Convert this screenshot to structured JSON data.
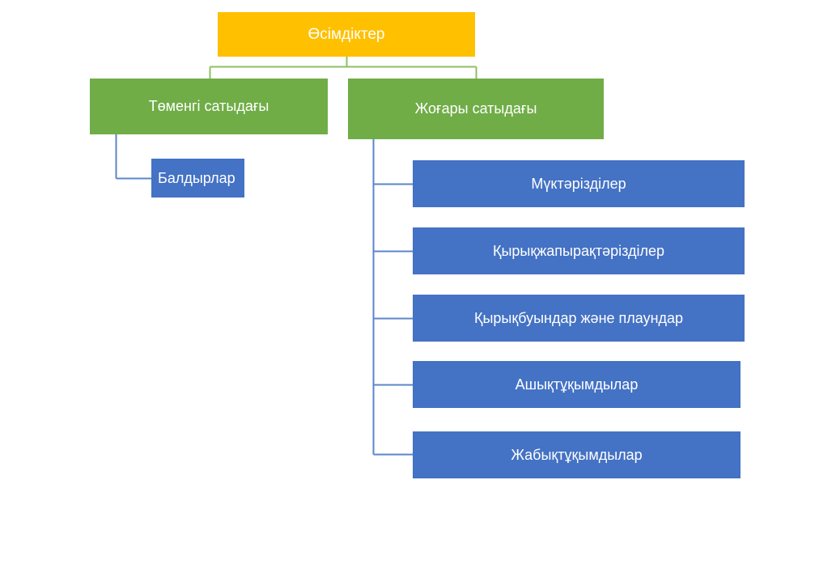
{
  "diagram": {
    "type": "hierarchy-tree",
    "title": "Өсімдіктер",
    "colors": {
      "root": "#FFC000",
      "branch": "#70AD47",
      "leaf": "#4472C4",
      "text": "#FFFFFF",
      "background": "#FFFFFF",
      "connector_green": "#8FBF63",
      "connector_blue": "#5B86C9"
    },
    "root": {
      "label": "Өсімдіктер"
    },
    "branches": [
      {
        "label": "Төменгі сатыдағы",
        "children": [
          {
            "label": "Балдырлар"
          }
        ]
      },
      {
        "label": "Жоғары сатыдағы",
        "children": [
          {
            "label": "Мүктәрізділер"
          },
          {
            "label": "Қырықжапырақтәрізділер"
          },
          {
            "label": "Қырықбуындар және плаундар"
          },
          {
            "label": "Ашықтұқымдылар"
          },
          {
            "label": "Жабықтұқымдылар"
          }
        ]
      }
    ]
  }
}
